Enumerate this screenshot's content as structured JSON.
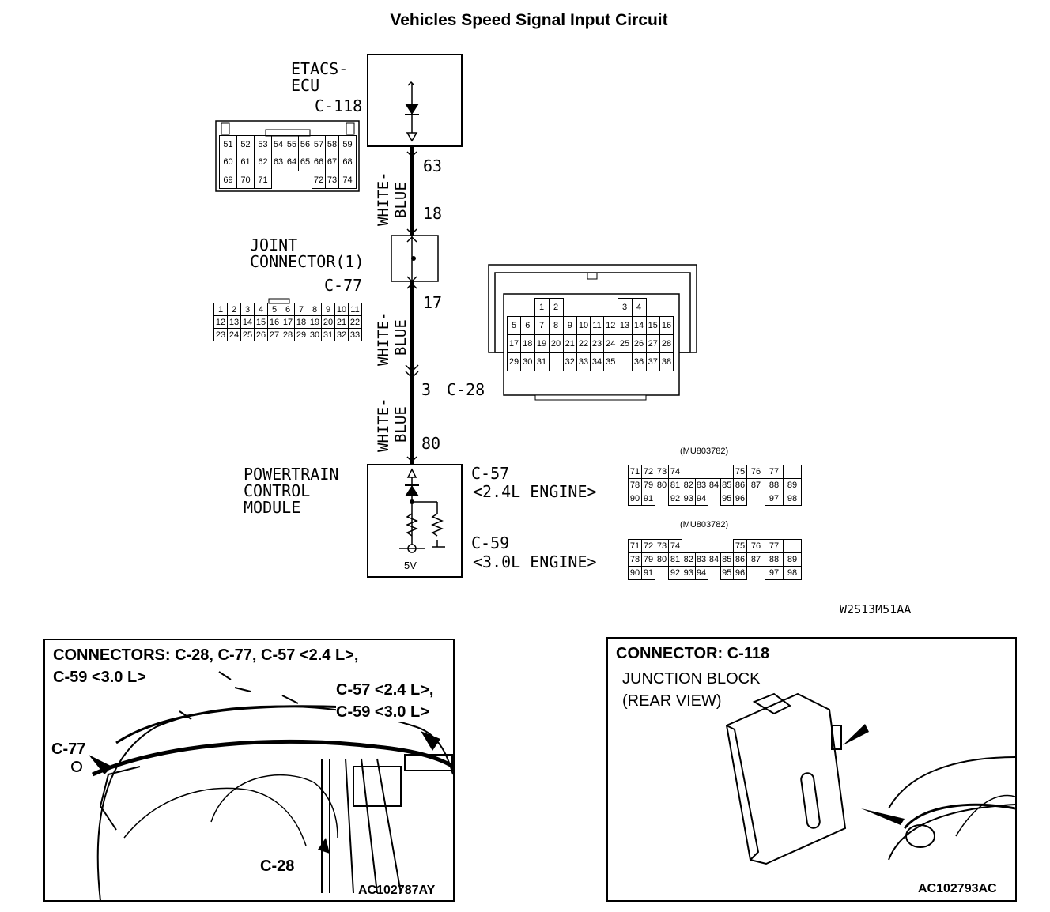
{
  "title": "Vehicles Speed Signal Input Circuit",
  "etacs": {
    "name_line1": "ETACS-",
    "name_line2": "ECU",
    "connector": "C-118",
    "rows": [
      [
        "51",
        "52",
        "53",
        "54",
        "55",
        "56",
        "57",
        "58",
        "59"
      ],
      [
        "60",
        "61",
        "62",
        "63",
        "64",
        "65",
        "66",
        "67",
        "68"
      ],
      [
        "69",
        "70",
        "71",
        "",
        "",
        "",
        "72",
        "73",
        "74"
      ]
    ]
  },
  "joint": {
    "line1": "JOINT",
    "line2": "CONNECTOR(1)",
    "connector": "C-77",
    "rows": [
      [
        "1",
        "2",
        "3",
        "4",
        "5",
        "6",
        "7",
        "8",
        "9",
        "10",
        "11"
      ],
      [
        "12",
        "13",
        "14",
        "15",
        "16",
        "17",
        "18",
        "19",
        "20",
        "21",
        "22"
      ],
      [
        "23",
        "24",
        "25",
        "26",
        "27",
        "28",
        "29",
        "30",
        "31",
        "32",
        "33"
      ]
    ]
  },
  "wires": [
    {
      "color_line1": "WHITE-",
      "color_line2": "BLUE",
      "pin_top": "63",
      "pin_bottom": "18"
    },
    {
      "color_line1": "WHITE-",
      "color_line2": "BLUE",
      "pin_top": "17",
      "pin_bottom": "3"
    },
    {
      "color_line1": "WHITE-",
      "color_line2": "BLUE",
      "pin_top": "",
      "pin_bottom": "80"
    }
  ],
  "c28": {
    "connector": "C-28",
    "rows": [
      [
        "",
        "",
        "1",
        "2",
        "",
        "",
        "",
        "",
        "3",
        "4",
        "",
        ""
      ],
      [
        "5",
        "",
        "6",
        "7",
        "8",
        "9",
        "10",
        "11",
        "12",
        "13",
        "14",
        "15",
        "16"
      ],
      [
        "17",
        "18",
        "19",
        "20",
        "21",
        "22",
        "23",
        "24",
        "25",
        "26",
        "27",
        "28"
      ],
      [
        "29",
        "30",
        "31",
        "",
        "32",
        "33",
        "34",
        "35",
        "",
        "36",
        "37",
        "38"
      ]
    ]
  },
  "pcm": {
    "line1": "POWERTRAIN",
    "line2": "CONTROL",
    "line3": "MODULE",
    "voltage": "5V"
  },
  "c57": {
    "connector": "C-57",
    "engine": "<2.4L ENGINE>",
    "part": "(MU803782)"
  },
  "c59": {
    "connector": "C-59",
    "engine": "<3.0L ENGINE>",
    "part": "(MU803782)"
  },
  "pcm_rows": [
    [
      "71",
      "72",
      "73",
      "74",
      "",
      "",
      "",
      "",
      "75",
      "76",
      "77"
    ],
    [
      "78",
      "79",
      "80",
      "81",
      "82",
      "83",
      "84",
      "85",
      "86",
      "87",
      "88",
      "89"
    ],
    [
      "90",
      "91",
      "",
      "92",
      "93",
      "94",
      "",
      "95",
      "96",
      "",
      "97",
      "98"
    ]
  ],
  "figure_code": "W2S13M51AA",
  "panel_left": {
    "title_line1": "CONNECTORS: C-28, C-77, C-57 <2.4 L>,",
    "title_line2": "C-59 <3.0 L>",
    "c77": "C-77",
    "c57": "C-57 <2.4 L>,",
    "c59": "C-59 <3.0 L>",
    "c28": "C-28",
    "code": "AC102787AY"
  },
  "panel_right": {
    "title": "CONNECTOR: C-118",
    "label1": "JUNCTION BLOCK",
    "label2": "(REAR VIEW)",
    "code": "AC102793AC"
  }
}
